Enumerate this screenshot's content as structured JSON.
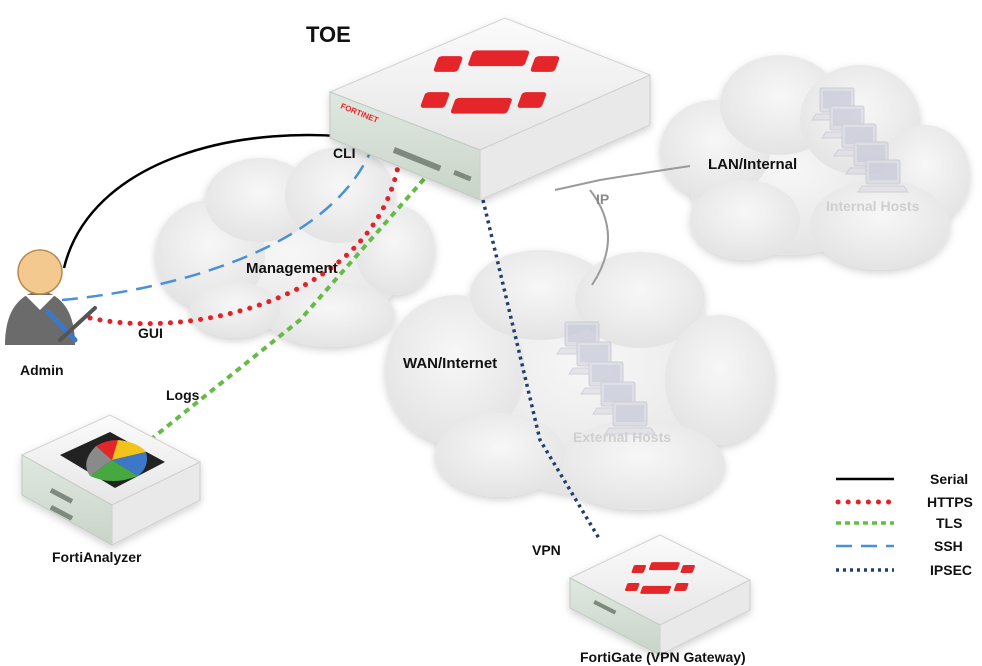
{
  "labels": {
    "toe": "TOE",
    "lan_internal": "LAN/Internal",
    "internal_hosts": "Internal Hosts",
    "management": "Management",
    "wan_internet": "WAN/Internet",
    "external_hosts": "External Hosts",
    "admin": "Admin",
    "cli": "CLI",
    "gui": "GUI",
    "ip": "IP",
    "logs": "Logs",
    "vpn": "VPN",
    "fortianalyzer": "FortiAnalyzer",
    "fortigate": "FortiGate (VPN Gateway)",
    "device_brand": "FORTINET"
  },
  "legend": [
    {
      "label": "Serial",
      "style": "solid",
      "color": "#000000"
    },
    {
      "label": "HTTPS",
      "style": "dotted",
      "color": "#e0232a"
    },
    {
      "label": "TLS",
      "style": "dotted",
      "color": "#66bb44"
    },
    {
      "label": "SSH",
      "style": "dashed",
      "color": "#4a90d9"
    },
    {
      "label": "IPSEC",
      "style": "dotted",
      "color": "#1f3f73"
    }
  ],
  "colors": {
    "cloud": "#ececec",
    "device_body": "#f4f4f4",
    "fortinet_red": "#e4262b"
  }
}
